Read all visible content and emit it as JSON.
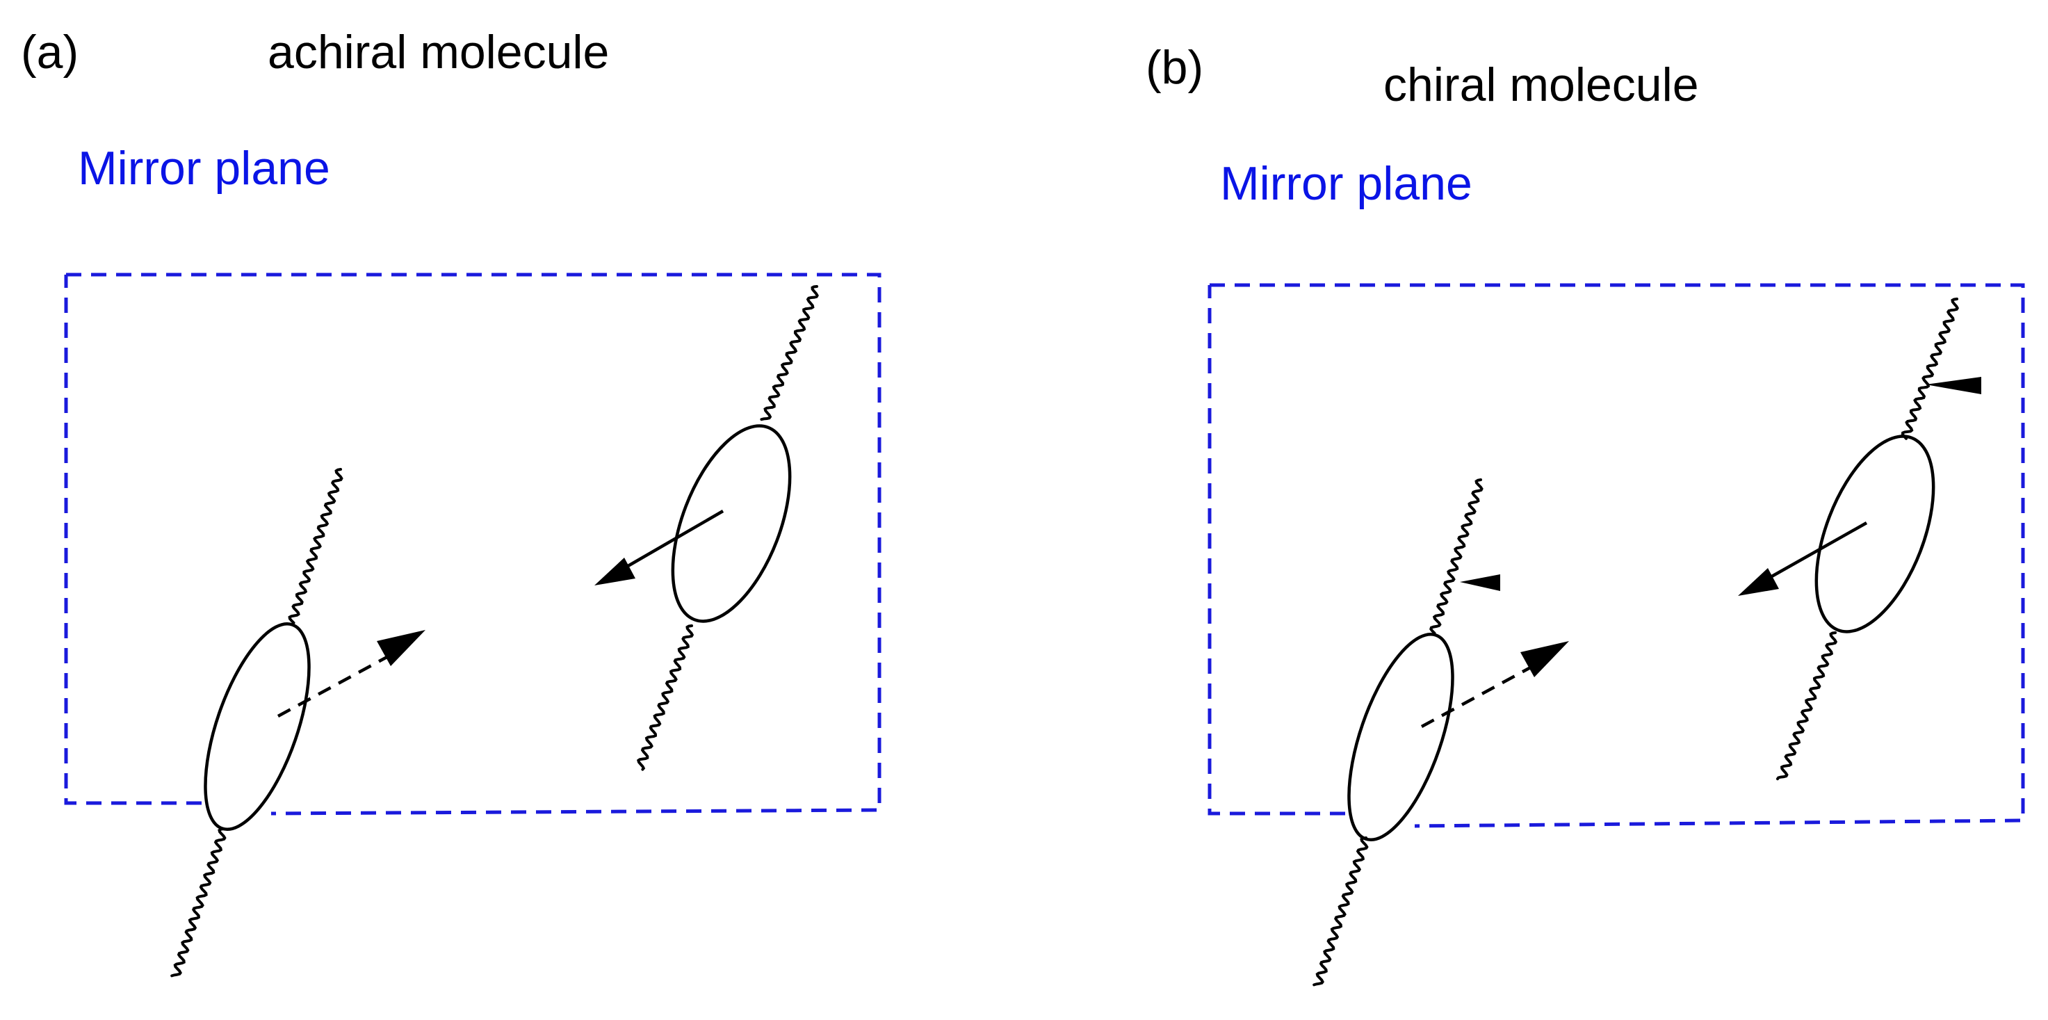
{
  "panels": [
    {
      "id": "a",
      "panel_label": "(a)",
      "title": "achiral molecule",
      "mirror_label": "Mirror plane"
    },
    {
      "id": "b",
      "panel_label": "(b)",
      "title": "chiral molecule",
      "mirror_label": "Mirror plane"
    }
  ],
  "colors": {
    "text": "#000000",
    "mirror": "#1a1adc",
    "mirror_label": "#0a14e6"
  },
  "icons": [
    "wavy-line-icon",
    "ellipse-orbital-icon",
    "arrow-icon",
    "dashed-arrow-icon",
    "wedge-icon"
  ]
}
